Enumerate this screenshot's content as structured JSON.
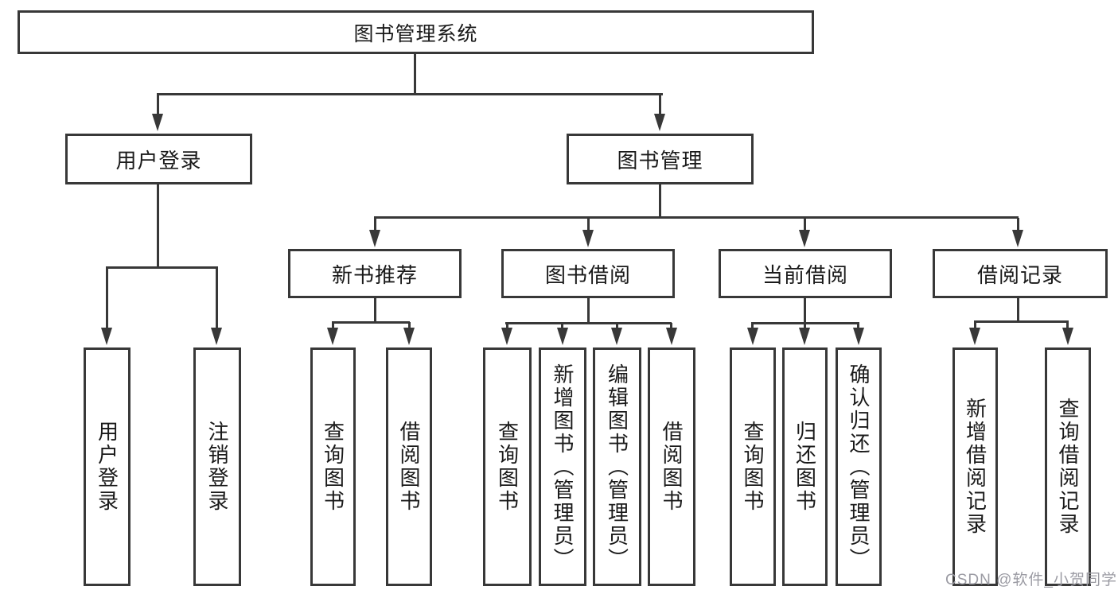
{
  "diagram": {
    "root": {
      "label": "图书管理系统"
    },
    "level2": [
      {
        "label": "用户登录"
      },
      {
        "label": "图书管理"
      }
    ],
    "level3": [
      {
        "label": "新书推荐"
      },
      {
        "label": "图书借阅"
      },
      {
        "label": "当前借阅"
      },
      {
        "label": "借阅记录"
      }
    ],
    "leaves": {
      "user_login": [
        "用户登录",
        "注销登录"
      ],
      "new_book_recommend": [
        "查询图书",
        "借阅图书"
      ],
      "book_borrow": [
        "查询图书",
        "新增图书（管理员）",
        "编辑图书（管理员）",
        "借阅图书"
      ],
      "current_borrow": [
        "查询图书",
        "归还图书",
        "确认归还（管理员）"
      ],
      "borrow_records": [
        "新增借阅记录",
        "查询借阅记录"
      ]
    },
    "watermark": "CSDN @软件_小贺同学",
    "colors": {
      "line": "#383838",
      "text": "#1a1a1a",
      "watermark": "#9b9ba3",
      "background": "#ffffff"
    }
  }
}
